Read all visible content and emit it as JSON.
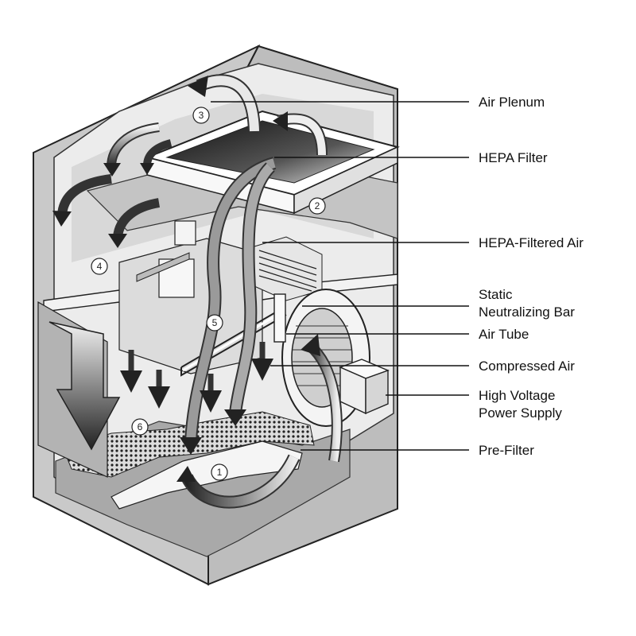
{
  "callouts": [
    {
      "id": "air-plenum",
      "label_lines": [
        "Air Plenum"
      ]
    },
    {
      "id": "hepa-filter",
      "label_lines": [
        "HEPA Filter"
      ]
    },
    {
      "id": "hepa-filtered-air",
      "label_lines": [
        "HEPA-Filtered Air"
      ]
    },
    {
      "id": "static-neutralizing-bar",
      "label_lines": [
        "Static",
        "Neutralizing Bar"
      ]
    },
    {
      "id": "air-tube",
      "label_lines": [
        "Air Tube"
      ]
    },
    {
      "id": "compressed-air",
      "label_lines": [
        "Compressed Air"
      ]
    },
    {
      "id": "high-voltage-power-supply",
      "label_lines": [
        "High Voltage",
        "Power Supply"
      ]
    },
    {
      "id": "pre-filter",
      "label_lines": [
        "Pre-Filter"
      ]
    }
  ],
  "step_markers": [
    "1",
    "2",
    "3",
    "4",
    "5",
    "6"
  ]
}
